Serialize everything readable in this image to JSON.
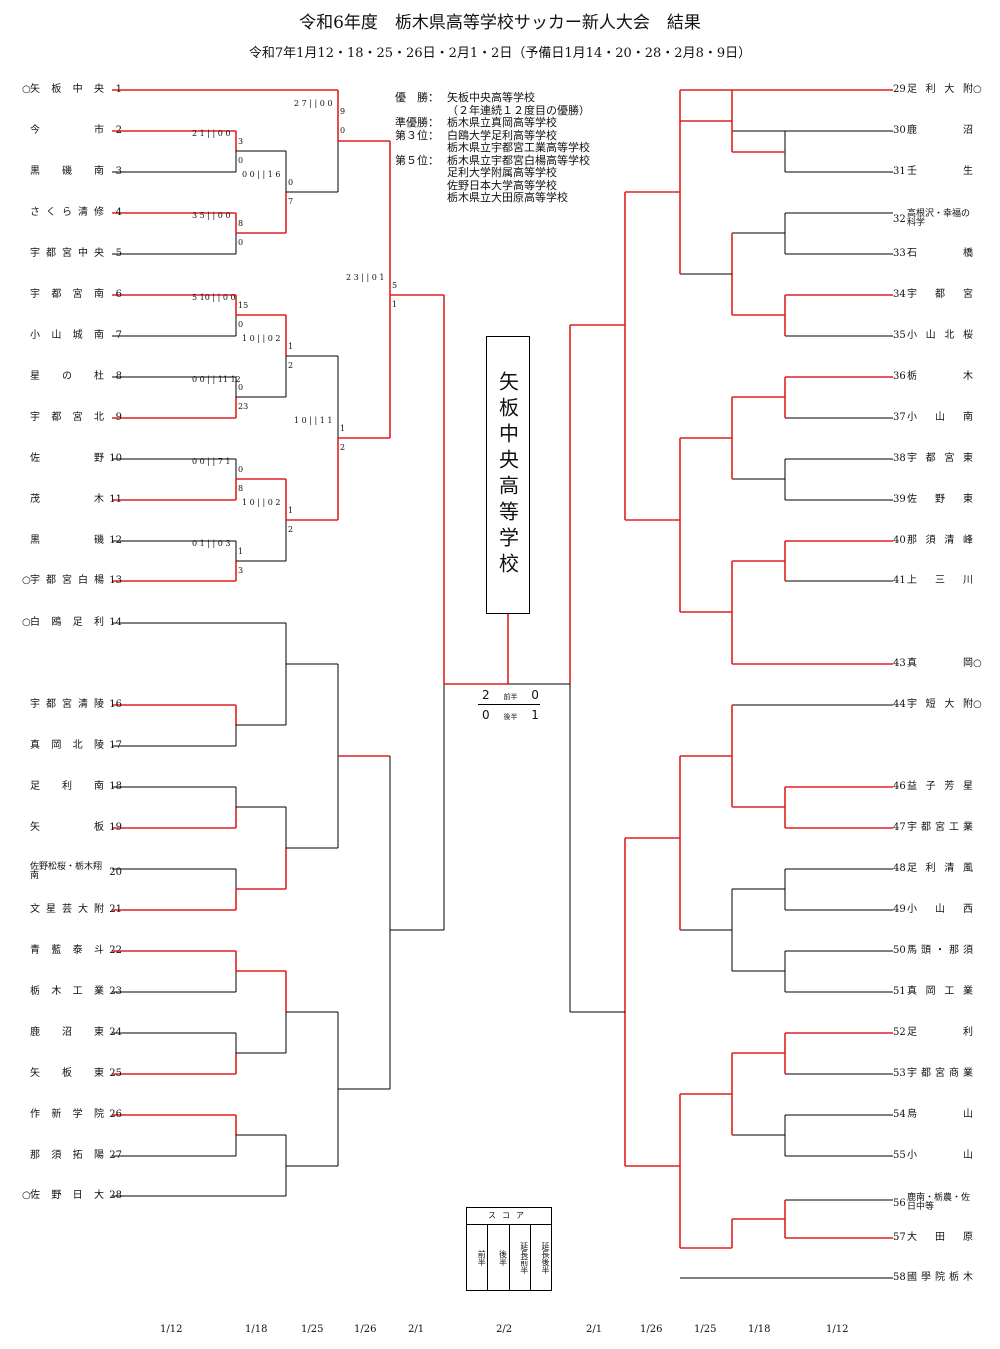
{
  "header": {
    "title": "令和6年度　栃木県高等学校サッカー新人大会　結果",
    "subtitle": "令和7年1月12・18・25・26日・2月1・2日（予備日1月14・20・28・2月8・9日）"
  },
  "results": {
    "rows": [
      {
        "label": "優　勝：",
        "text": "矢板中央高等学校"
      },
      {
        "label": "",
        "text": "（２年連続１２度目の優勝）"
      },
      {
        "label": "準優勝：",
        "text": "栃木県立真岡高等学校"
      },
      {
        "label": "第３位：",
        "text": "白鴎大学足利高等学校"
      },
      {
        "label": "",
        "text": "栃木県立宇都宮工業高等学校"
      },
      {
        "label": "第５位：",
        "text": "栃木県立宇都宮白楊高等学校"
      },
      {
        "label": "",
        "text": "足利大学附属高等学校"
      },
      {
        "label": "",
        "text": "佐野日本大学高等学校"
      },
      {
        "label": "",
        "text": "栃木県立大田原高等学校"
      }
    ]
  },
  "champion": "矢板中央高等学校",
  "final": {
    "left_first": "2",
    "label_first": "前半",
    "right_first": "0",
    "left_second": "0",
    "label_second": "後半",
    "right_second": "1"
  },
  "left_teams": [
    {
      "seed": "○",
      "name": "矢板中央",
      "num": "1"
    },
    {
      "seed": "",
      "name": "今市",
      "num": "2"
    },
    {
      "seed": "",
      "name": "黒磯南",
      "num": "3"
    },
    {
      "seed": "",
      "name": "さくら清修",
      "num": "4"
    },
    {
      "seed": "",
      "name": "宇都宮中央",
      "num": "5"
    },
    {
      "seed": "",
      "name": "宇都宮南",
      "num": "6"
    },
    {
      "seed": "",
      "name": "小山城南",
      "num": "7"
    },
    {
      "seed": "",
      "name": "星の杜",
      "num": "8"
    },
    {
      "seed": "",
      "name": "宇都宮北",
      "num": "9"
    },
    {
      "seed": "",
      "name": "佐野",
      "num": "10"
    },
    {
      "seed": "",
      "name": "茂木",
      "num": "11"
    },
    {
      "seed": "",
      "name": "黒磯",
      "num": "12"
    },
    {
      "seed": "○",
      "name": "宇都宮白楊",
      "num": "13"
    },
    {
      "seed": "○",
      "name": "白鴎足利",
      "num": "14"
    },
    {
      "seed": "",
      "name": "宇都宮清陵",
      "num": "16"
    },
    {
      "seed": "",
      "name": "真岡北陵",
      "num": "17"
    },
    {
      "seed": "",
      "name": "足利南",
      "num": "18"
    },
    {
      "seed": "",
      "name": "矢板",
      "num": "19"
    },
    {
      "seed": "",
      "name": "佐野松桜・栃木翔南",
      "num": "20"
    },
    {
      "seed": "",
      "name": "文星芸大附",
      "num": "21"
    },
    {
      "seed": "",
      "name": "青藍泰斗",
      "num": "22"
    },
    {
      "seed": "",
      "name": "栃木工業",
      "num": "23"
    },
    {
      "seed": "",
      "name": "鹿沼東",
      "num": "24"
    },
    {
      "seed": "",
      "name": "矢板東",
      "num": "25"
    },
    {
      "seed": "",
      "name": "作新学院",
      "num": "26"
    },
    {
      "seed": "",
      "name": "那須拓陽",
      "num": "27"
    },
    {
      "seed": "○",
      "name": "佐野日大",
      "num": "28"
    }
  ],
  "right_teams": [
    {
      "seed": "○",
      "name": "足利大附",
      "num": "29"
    },
    {
      "seed": "",
      "name": "鹿沼",
      "num": "30"
    },
    {
      "seed": "",
      "name": "壬生",
      "num": "31"
    },
    {
      "seed": "",
      "name": "高根沢・幸福の科学",
      "num": "32"
    },
    {
      "seed": "",
      "name": "石橋",
      "num": "33"
    },
    {
      "seed": "",
      "name": "宇都宮",
      "num": "34"
    },
    {
      "seed": "",
      "name": "小山北桜",
      "num": "35"
    },
    {
      "seed": "",
      "name": "栃木",
      "num": "36"
    },
    {
      "seed": "",
      "name": "小山南",
      "num": "37"
    },
    {
      "seed": "",
      "name": "宇都宮東",
      "num": "38"
    },
    {
      "seed": "",
      "name": "佐野東",
      "num": "39"
    },
    {
      "seed": "",
      "name": "那須清峰",
      "num": "40"
    },
    {
      "seed": "",
      "name": "上三川",
      "num": "41"
    },
    {
      "seed": "○",
      "name": "真岡",
      "num": "43"
    },
    {
      "seed": "○",
      "name": "宇短大附",
      "num": "44"
    },
    {
      "seed": "",
      "name": "益子芳星",
      "num": "46"
    },
    {
      "seed": "",
      "name": "宇都宮工業",
      "num": "47"
    },
    {
      "seed": "",
      "name": "足利清風",
      "num": "48"
    },
    {
      "seed": "",
      "name": "小山西",
      "num": "49"
    },
    {
      "seed": "",
      "name": "馬頭・那須",
      "num": "50"
    },
    {
      "seed": "",
      "name": "真岡工業",
      "num": "51"
    },
    {
      "seed": "",
      "name": "足利",
      "num": "52"
    },
    {
      "seed": "",
      "name": "宇都宮商業",
      "num": "53"
    },
    {
      "seed": "",
      "name": "烏山",
      "num": "54"
    },
    {
      "seed": "",
      "name": "小山",
      "num": "55"
    },
    {
      "seed": "",
      "name": "鹿南・栃農・佐日中等",
      "num": "56"
    },
    {
      "seed": "",
      "name": "大田原",
      "num": "57"
    },
    {
      "seed": "",
      "name": "國學院栃木",
      "num": "58"
    }
  ],
  "scores": {
    "m2_3": {
      "a": "3",
      "b": "0",
      "detail": "2 1 | | 0 0"
    },
    "m4_5": {
      "a": "8",
      "b": "0",
      "detail": "3 5 | | 0 0"
    },
    "m6_7": {
      "a": "15",
      "b": "0",
      "detail": "5 10 | | 0 0"
    },
    "m8_9": {
      "a": "0",
      "b": "23",
      "detail": "0 0 | | 11 12"
    },
    "m10_11": {
      "a": "0",
      "b": "8",
      "detail": "0 0 | | 7 1"
    },
    "m12_13": {
      "a": "1",
      "b": "3",
      "detail": "0 1 | | 0 3"
    },
    "r2_a": {
      "a": "0",
      "b": "7",
      "detail": "0 0 | | 1 6"
    },
    "r2_b": {
      "a": "1",
      "b": "2",
      "detail": "1 0 | | 0 2"
    },
    "r2_c": {
      "a": "1",
      "b": "2",
      "detail": "1 0 | | 0 2"
    },
    "r3_a": {
      "a": "9",
      "b": "0",
      "detail": "2 7 | | 0 0"
    },
    "r3_b": {
      "a": "1",
      "b": "2",
      "detail": "1 0 | | 1 1"
    },
    "r4_a": {
      "a": "5",
      "b": "1",
      "detail": "2 3 | | 0 1"
    }
  },
  "legend": {
    "title": "スコア",
    "cols": [
      "前半",
      "後半",
      "延長前半",
      "延長後半"
    ]
  },
  "dates": [
    "1/12",
    "1/18",
    "1/25",
    "1/26",
    "2/1",
    "2/2",
    "2/1",
    "1/26",
    "1/25",
    "1/18",
    "1/12"
  ]
}
